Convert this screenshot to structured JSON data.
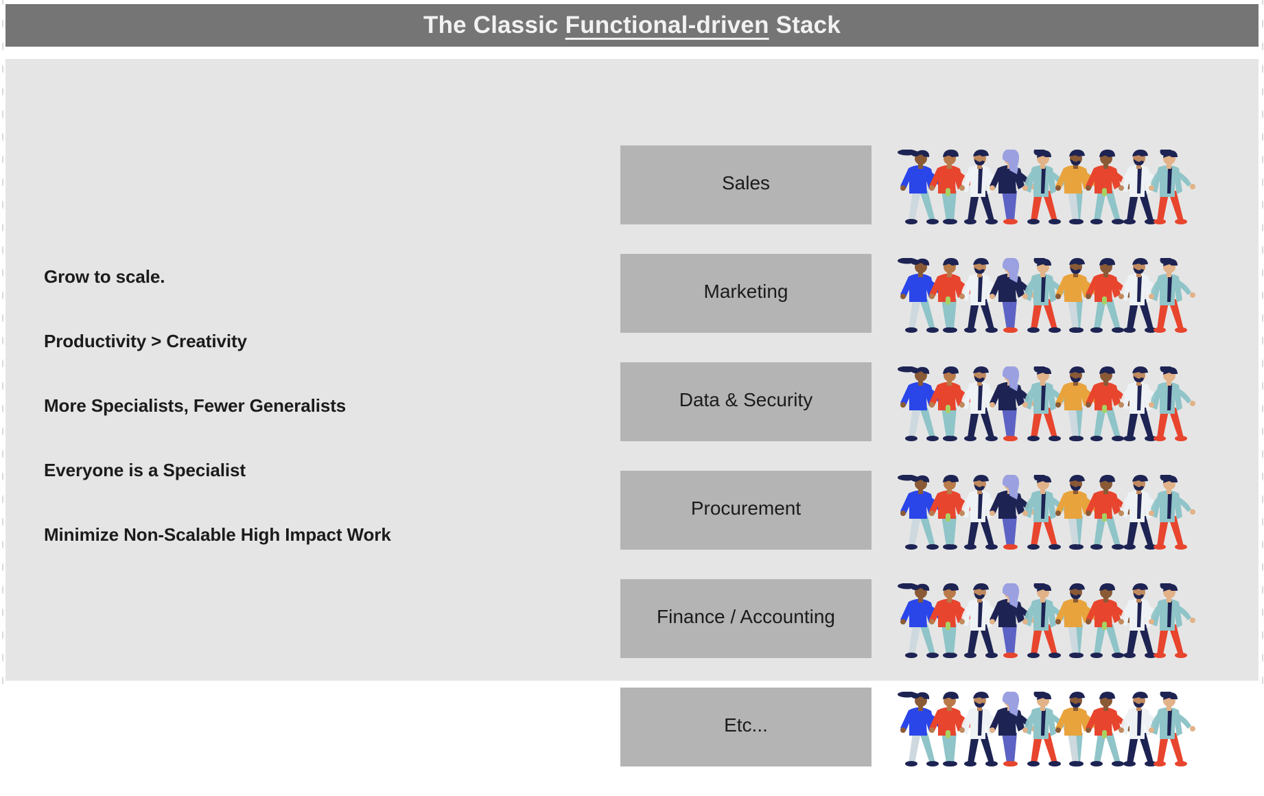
{
  "slide": {
    "background_color": "#e5e5e5",
    "page_background_color": "#ffffff"
  },
  "header": {
    "band_color": "#757575",
    "text_color": "#f2f2f2",
    "title_prefix": "The Classic ",
    "title_underlined": "Functional-driven",
    "title_suffix": " Stack",
    "title_full": "The Classic Functional-driven Stack"
  },
  "statements": [
    {
      "text": "Grow to scale."
    },
    {
      "text": "Productivity > Creativity"
    },
    {
      "text": "More Specialists, Fewer Generalists"
    },
    {
      "text": "Everyone is a Specialist"
    },
    {
      "text": "Minimize Non-Scalable High Impact Work"
    }
  ],
  "stack": {
    "box_color": "#b4b4b4",
    "label_color": "#1b1b1b",
    "rows": [
      {
        "label": "Sales",
        "illustration": "walking-people-illustration"
      },
      {
        "label": "Marketing",
        "illustration": "walking-people-illustration"
      },
      {
        "label": "Data & Security",
        "illustration": "walking-people-illustration"
      },
      {
        "label": "Procurement",
        "illustration": "walking-people-illustration"
      },
      {
        "label": "Finance / Accounting",
        "illustration": "walking-people-illustration"
      },
      {
        "label": "Etc...",
        "illustration": "walking-people-illustration"
      }
    ]
  },
  "illustration_palette": {
    "navy": "#1d2352",
    "royal_blue": "#2a45e8",
    "periwinkle": "#5d63c4",
    "lavender": "#9aa0e0",
    "red": "#e8452e",
    "orange": "#e8a33d",
    "teal": "#8fc4c8",
    "pale_blue": "#cdd9de",
    "white_coat": "#eef2f4",
    "skin_dark": "#8a5a36",
    "skin_light": "#e2b288",
    "green": "#a8d164"
  }
}
